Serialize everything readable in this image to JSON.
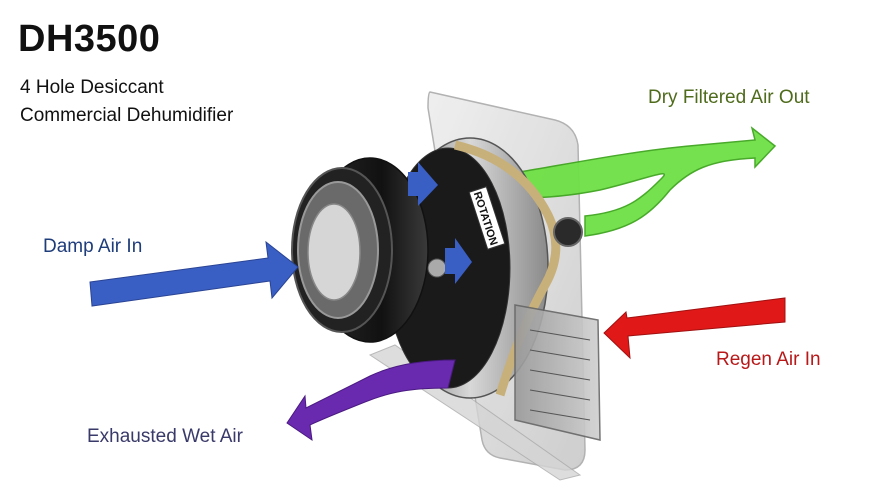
{
  "title": "DH3500",
  "subtitle_line1": "4 Hole Desiccant",
  "subtitle_line2": "Commercial Dehumidifier",
  "labels": {
    "damp_air_in": "Damp Air In",
    "dry_filtered_air_out": "Dry Filtered Air Out",
    "regen_air_in": "Regen Air In",
    "exhausted_wet_air": "Exhausted Wet Air",
    "rotation": "ROTATION"
  },
  "colors": {
    "damp_air": "#3a5fc4",
    "dry_air": "#5fd83a",
    "regen_air": "#e01818",
    "exhaust_air": "#6a2ab0",
    "damp_label": "#1f3d7a",
    "dry_label": "#4f6b1c",
    "regen_label": "#b81818",
    "exhaust_label": "#3a3a6a"
  }
}
